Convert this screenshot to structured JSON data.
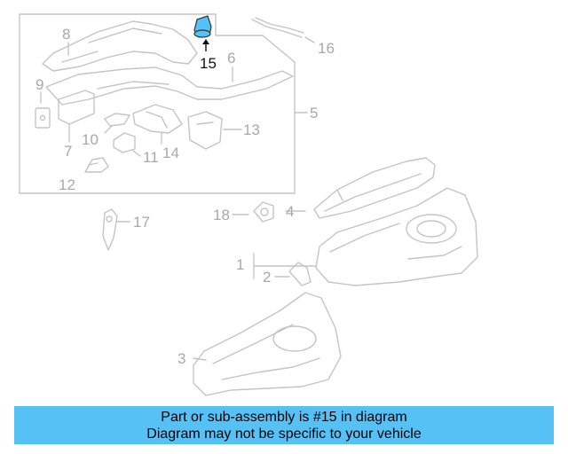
{
  "colors": {
    "banner_bg": "#56c1f5",
    "highlight_part": "#56c1f5",
    "line": "#c4c4c4",
    "label": "#a8a8a8",
    "label_highlight": "#111111"
  },
  "diagram": {
    "highlighted_callout": "15",
    "callouts": [
      "1",
      "2",
      "3",
      "4",
      "5",
      "6",
      "7",
      "8",
      "9",
      "10",
      "11",
      "12",
      "13",
      "14",
      "15",
      "16",
      "17",
      "18"
    ]
  },
  "banner": {
    "line1": "Part or sub-assembly is #15 in diagram",
    "line2": "Diagram may not be specific to your vehicle"
  }
}
